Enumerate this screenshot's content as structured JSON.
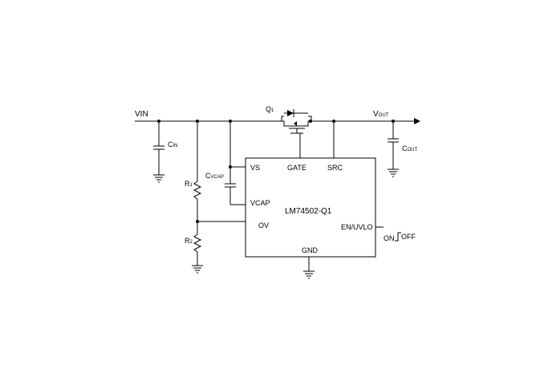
{
  "net": {
    "vin": "VIN",
    "vout_main": "V",
    "vout_sub": "OUT"
  },
  "components": {
    "q1_main": "Q",
    "q1_sub": "1",
    "cin_main": "C",
    "cin_sub": "IN",
    "cvcap_main": "C",
    "cvcap_sub": "VCAP",
    "cout_main": "C",
    "cout_sub": "OUT",
    "r1_main": "R",
    "r1_sub": "1",
    "r2_main": "R",
    "r2_sub": "2"
  },
  "ic": {
    "name": "LM74502-Q1",
    "pins": {
      "vs": "VS",
      "gate": "GATE",
      "src": "SRC",
      "vcap": "VCAP",
      "ov": "OV",
      "en": "EN/UVLO",
      "gnd": "GND"
    }
  },
  "switch": {
    "on": "ON",
    "off": "OFF"
  }
}
